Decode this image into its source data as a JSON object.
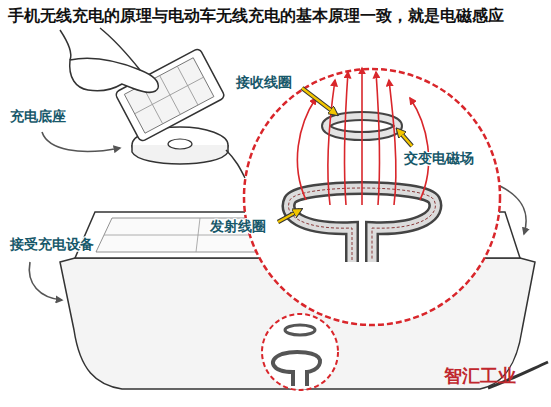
{
  "diagram": {
    "title": "手机无线充电的原理与电动车无线充电的基本原理一致，就是电磁感应",
    "labels": [
      "充电底座",
      "接收线圈",
      "交变电磁场",
      "发射线圈",
      "接受充电设备",
      "智汇工业"
    ]
  }
}
